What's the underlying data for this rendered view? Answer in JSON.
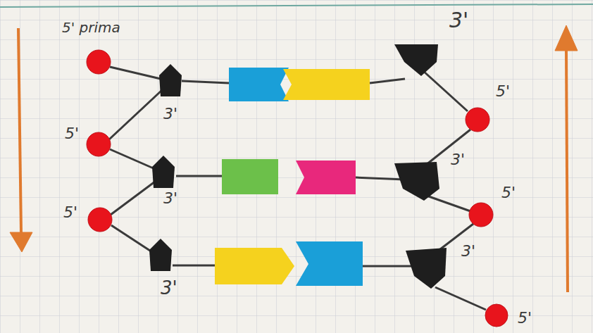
{
  "diagram": {
    "labels": [
      "5' prima",
      "3'",
      "5'",
      "3'",
      "5'",
      "5'",
      "3'",
      "3'",
      "5'",
      "3'",
      "3'",
      "5'"
    ]
  }
}
